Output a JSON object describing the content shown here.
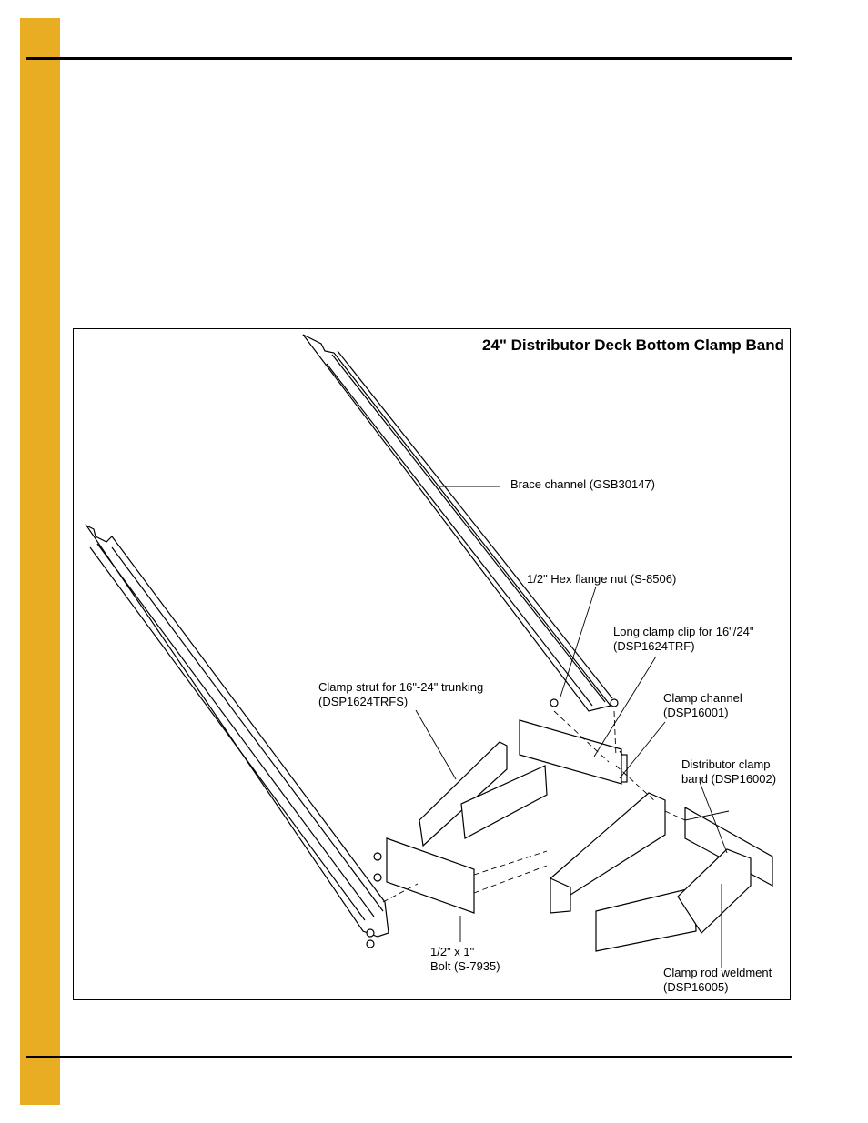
{
  "colors": {
    "tab": "#e8ad22",
    "rule": "#000000"
  },
  "figure": {
    "title": "24\" Distributor Deck Bottom Clamp Band",
    "callouts": {
      "brace_channel": {
        "line1": "Brace channel (GSB30147)"
      },
      "hex_nut": {
        "line1": "1/2\" Hex flange nut (S-8506)"
      },
      "long_clamp_clip": {
        "line1": "Long clamp clip for 16\"/24\"",
        "line2": "(DSP1624TRF)"
      },
      "clamp_strut": {
        "line1": "Clamp strut for 16\"-24\" trunking",
        "line2": "(DSP1624TRFS)"
      },
      "clamp_channel": {
        "line1": "Clamp channel",
        "line2": "(DSP16001)"
      },
      "distributor_band": {
        "line1": "Distributor clamp",
        "line2": "band (DSP16002)"
      },
      "bolt": {
        "line1": "1/2\" x 1\"",
        "line2": "Bolt (S-7935)"
      },
      "clamp_rod": {
        "line1": "Clamp rod weldment",
        "line2": "(DSP16005)"
      }
    }
  }
}
